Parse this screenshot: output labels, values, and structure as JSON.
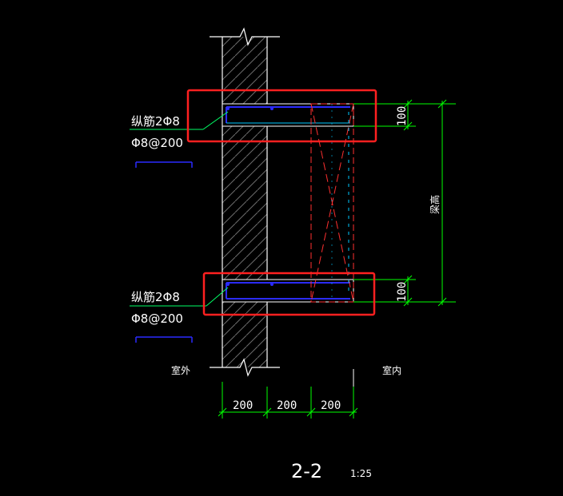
{
  "drawing": {
    "section_title": "2-2",
    "scale": "1:25",
    "label_outside": "室外",
    "label_inside": "室内",
    "label_beam_height": "梁高",
    "top_callout": {
      "line1": "纵筋2Φ8",
      "line2": "Φ8@200"
    },
    "bottom_callout": {
      "line1": "纵筋2Φ8",
      "line2": "Φ8@200"
    },
    "dim_top_thickness": "100",
    "dim_bottom_thickness": "100",
    "dim_bottom": [
      "200",
      "200",
      "200"
    ]
  },
  "colors": {
    "background": "#000000",
    "wall_line": "#ffffff",
    "hatch": "#6b6b6b",
    "rebar": "#2b2bff",
    "dimension": "#00ff00",
    "leader": "#00ff66",
    "highlight": "#ff2020",
    "void": "#ff3030",
    "center": "#00c8ff"
  }
}
